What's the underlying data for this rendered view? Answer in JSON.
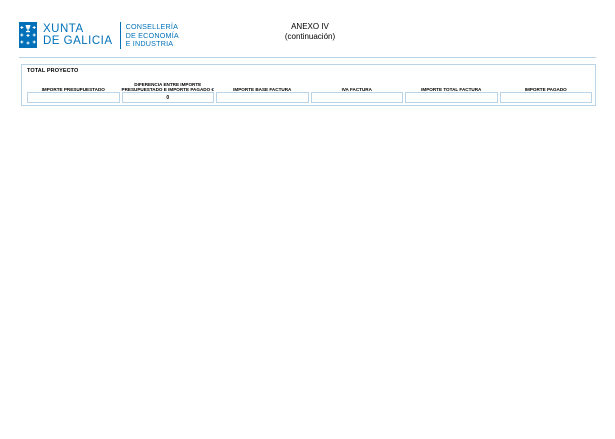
{
  "header": {
    "logo": {
      "line1": "XUNTA",
      "line2": "DE GALICIA",
      "dept_line1": "CONSELLERÍA",
      "dept_line2": "DE ECONOMÍA",
      "dept_line3": "E INDUSTRIA",
      "brand_color": "#0071b9"
    },
    "annex_title": "ANEXO IV",
    "annex_subtitle": "(continuación)"
  },
  "table": {
    "title": "TOTAL PROYECTO",
    "border_color": "#b9d4e6",
    "columns": [
      {
        "header": "IMPORTE PRESUPUESTADO",
        "value": ""
      },
      {
        "header": "DIFERENCIA ENTRE IMPORTE\nPRESUPUESTADO E IMPORTE PAGADO €",
        "value": "0"
      },
      {
        "header": "IMPORTE BASE FACTURA",
        "value": ""
      },
      {
        "header": "IVA FACTURA",
        "value": ""
      },
      {
        "header": "IMPORTE TOTAL FACTURA",
        "value": ""
      },
      {
        "header": "IMPORTE PAGADO",
        "value": ""
      }
    ]
  }
}
